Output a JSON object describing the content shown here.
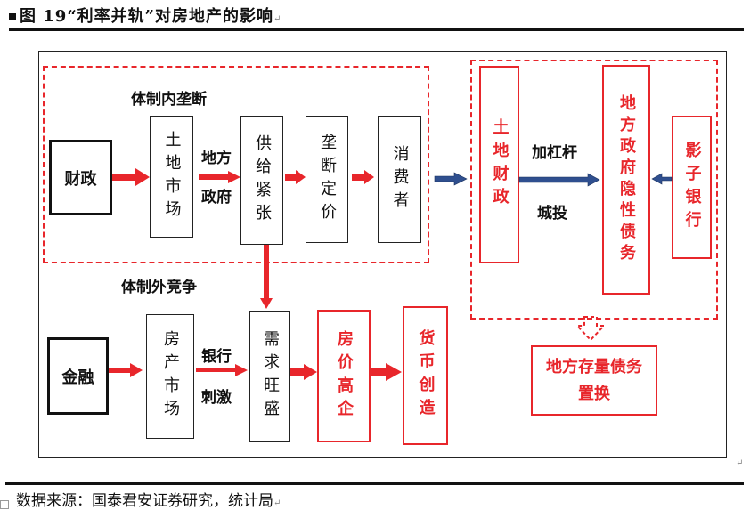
{
  "header": {
    "title": "图 19“利率并轨”对房地产的影响",
    "title_pilcrow": "↵"
  },
  "diagram": {
    "left_group": {
      "upper_section_label": "体制内垄断",
      "lower_section_label": "体制外竞争",
      "upper_row": {
        "source_box": "财政",
        "market_box": "土地市场",
        "edge_label_top": "地方",
        "edge_label_bottom": "政府",
        "supply_box": "供给紧张",
        "pricing_box": "垄断定价",
        "consumer_box": "消费者"
      },
      "lower_row": {
        "source_box": "金融",
        "market_box": "房产市场",
        "edge_label_top": "银行",
        "edge_label_bottom": "刺激",
        "demand_box": "需求旺盛",
        "price_box": "房价高企",
        "money_box": "货币创造"
      }
    },
    "right_group": {
      "land_finance_box": "土地财政",
      "edge_label_top": "加杠杆",
      "edge_label_bottom": "城投",
      "hidden_debt_box": "地方政府隐性债务",
      "shadow_bank_box": "影子银行",
      "swap_box": "地方存量债务置换"
    },
    "colors": {
      "red": "#e8262b",
      "blue_arrow": "#2f4f8f",
      "black": "#111111"
    }
  },
  "footer": {
    "source": "数据来源：国泰君安证券研究，统计局",
    "source_pilcrow": "↵",
    "right_pilcrow": "↵"
  }
}
